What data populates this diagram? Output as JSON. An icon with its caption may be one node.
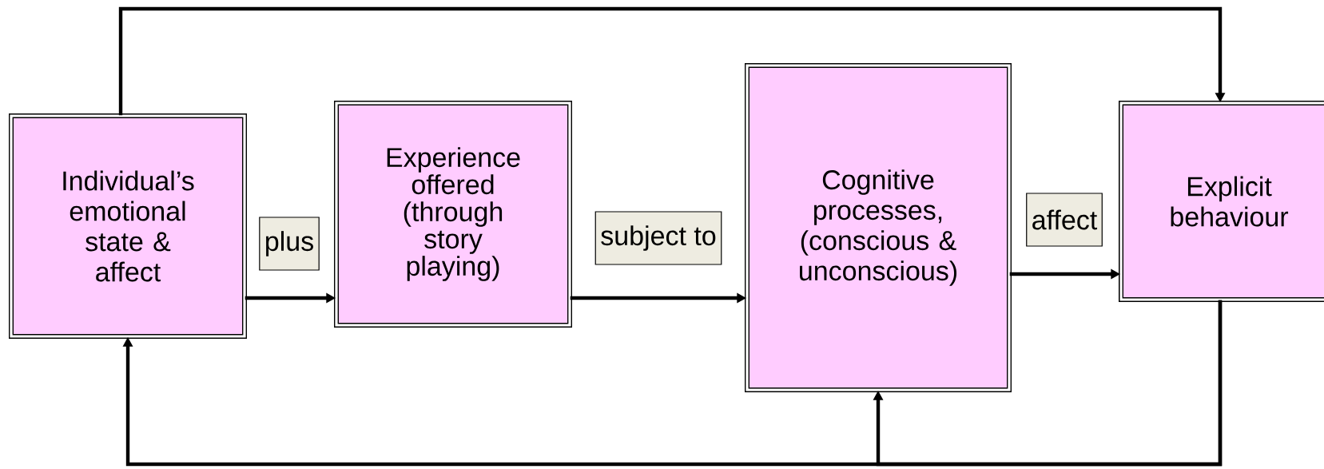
{
  "diagram": {
    "nodes": [
      {
        "text": [
          "Individual’s emotional state & affect"
        ]
      },
      {
        "text": [
          "Experience offered (through story playing)"
        ]
      },
      {
        "text": [
          "Cognitive processes, (conscious & unconscious)"
        ]
      },
      {
        "text": [
          "Explicit behaviour"
        ]
      }
    ],
    "edges": [
      {
        "from": 0,
        "to": 1,
        "arrow": "to",
        "label": "plus"
      },
      {
        "from": 1,
        "to": 2,
        "arrow": "to",
        "label": "subject to"
      },
      {
        "from": 2,
        "to": 3,
        "arrow": "to",
        "label": "affect"
      },
      {
        "from": 0,
        "to": 3,
        "arrow": "to"
      },
      {
        "from": 3,
        "to": 0,
        "arrow": "to"
      },
      {
        "from": 3,
        "to": 2,
        "arrow": "to"
      }
    ]
  }
}
